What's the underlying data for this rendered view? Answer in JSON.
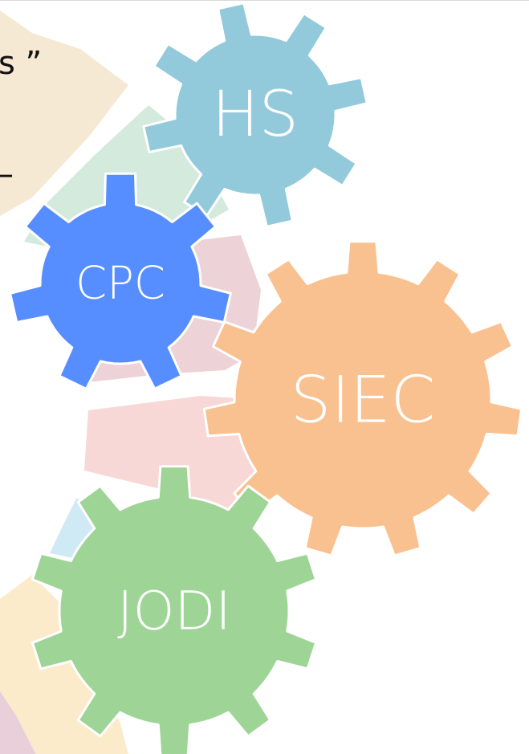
{
  "partial_text": {
    "line1": "s ”",
    "line2": "–"
  },
  "gears": [
    {
      "label": "HS",
      "color": "#92CADC"
    },
    {
      "label": "CPC",
      "color": "#578EFF"
    },
    {
      "label": "SIEC",
      "color": "#F9C190"
    },
    {
      "label": "JODI",
      "color": "#9ED496"
    }
  ],
  "background_segments": [
    {
      "color": "#F5E9D3"
    },
    {
      "color": "#D3EADC"
    },
    {
      "color": "#EDD2D8"
    },
    {
      "color": "#F8D7D7"
    },
    {
      "color": "#CFEAF5"
    },
    {
      "color": "#FCEBCB"
    },
    {
      "color": "#E8CFDA"
    }
  ]
}
